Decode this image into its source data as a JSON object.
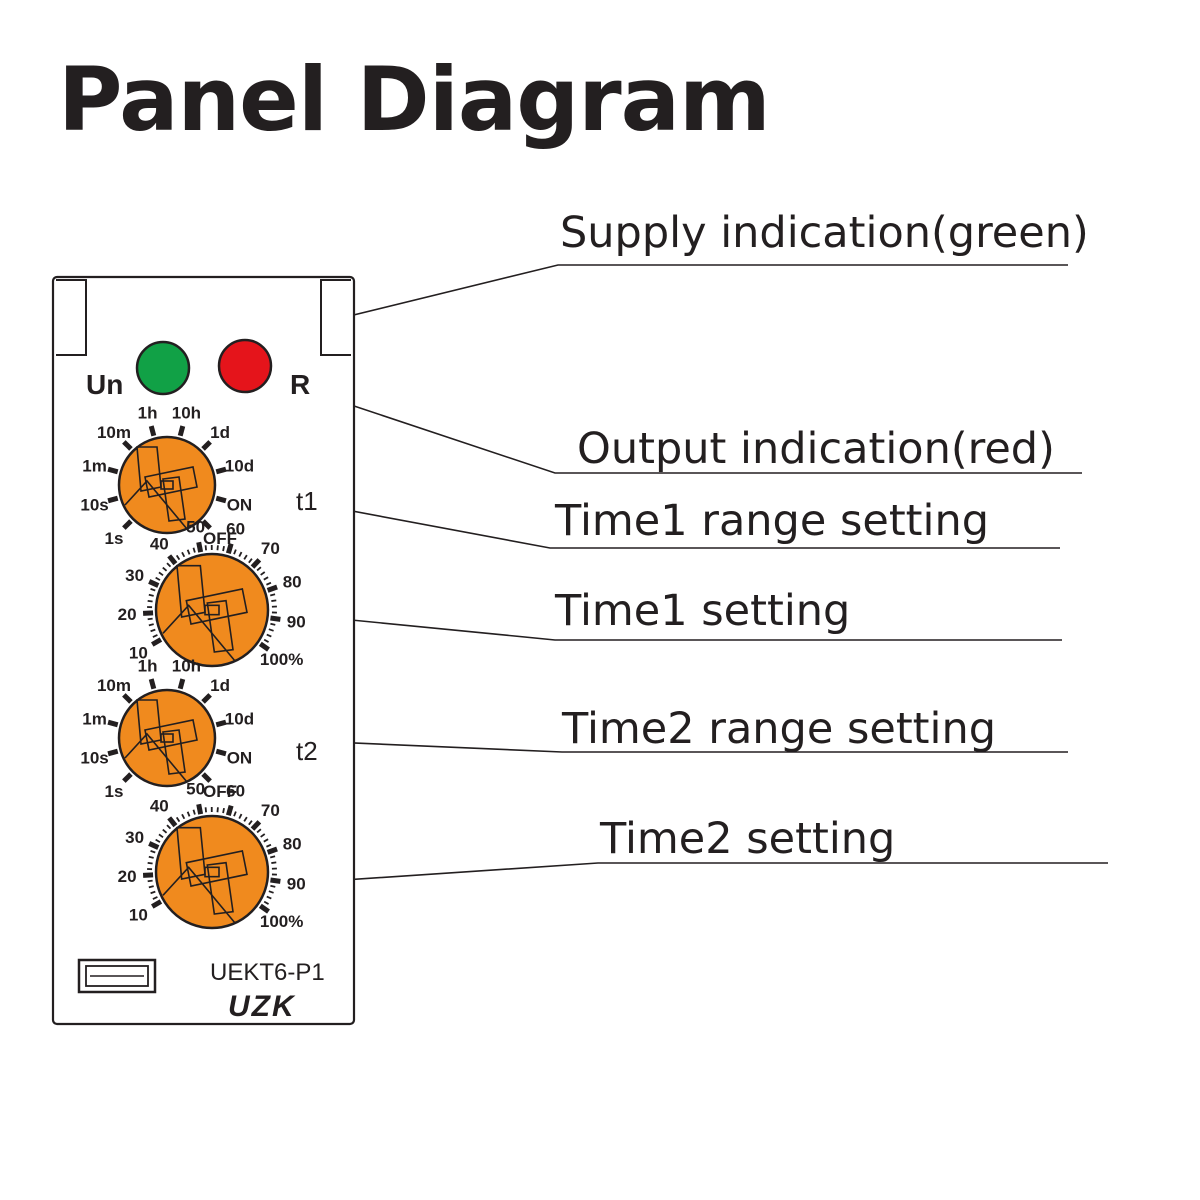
{
  "title": "Panel Diagram",
  "callouts": {
    "supply": "Supply indication(green)",
    "output": "Output indication(red)",
    "time1_range": "Time1 range setting",
    "time1_setting": "Time1 setting",
    "time2_range": "Time2 range setting",
    "time2_setting": "Time2 setting"
  },
  "device": {
    "led_un_label": "Un",
    "led_r_label": "R",
    "t1_label": "t1",
    "t2_label": "t2",
    "model": "UEKT6-P1",
    "logo": "UZK",
    "range_dial_ticks_t1": [
      "1s",
      "10s",
      "1m",
      "10m",
      "1h",
      "10h",
      "1d",
      "10d",
      "ON",
      "OFF"
    ],
    "range_dial_ticks_t2": [
      "1s",
      "10s",
      "1m",
      "10m",
      "1h",
      "10h",
      "1d",
      "10d",
      "ON",
      "OFF"
    ],
    "setting_dial_ticks": [
      "10",
      "20",
      "30",
      "40",
      "50",
      "60",
      "70",
      "80",
      "90",
      "100%"
    ]
  },
  "colors": {
    "led_green": "#11a146",
    "led_red": "#e5141b",
    "knob_orange": "#f08a1e",
    "line": "#231f20"
  }
}
